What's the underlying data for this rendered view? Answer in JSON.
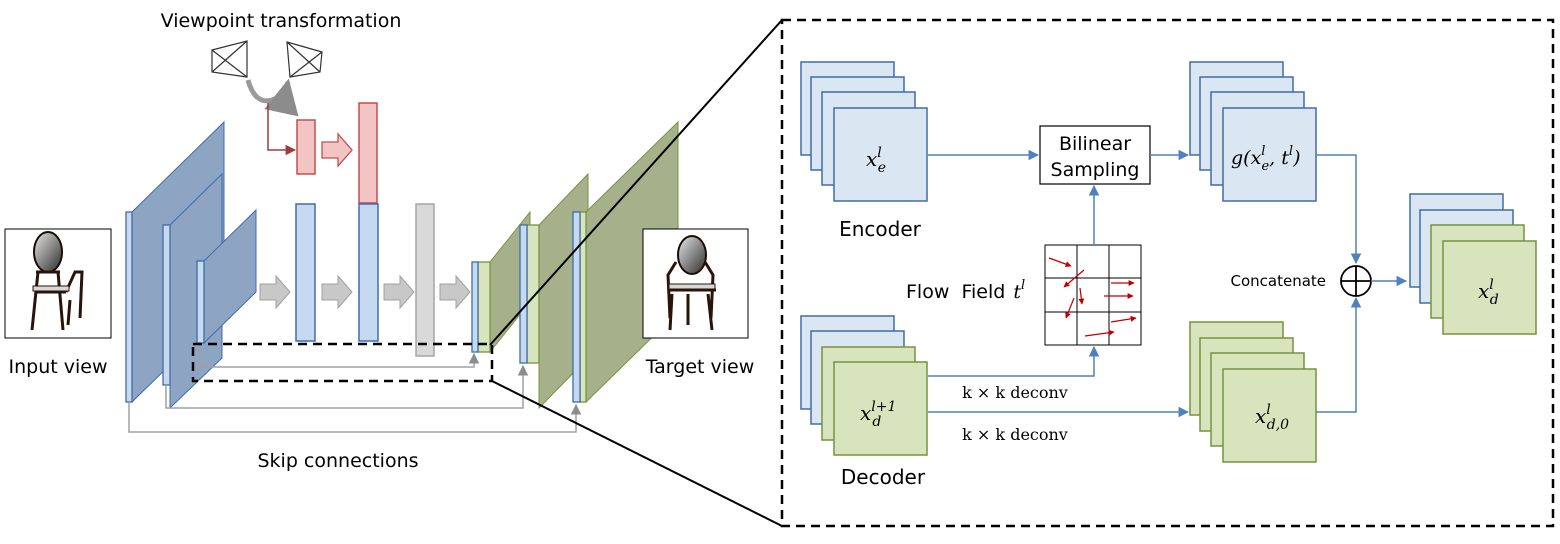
{
  "left": {
    "viewpoint_title": "Viewpoint transformation",
    "input_label": "Input view",
    "target_label": "Target view",
    "skip_label": "Skip connections"
  },
  "right": {
    "encoder_label": "Encoder",
    "decoder_label": "Decoder",
    "bilinear_line1": "Bilinear",
    "bilinear_line2": "Sampling",
    "flow_label": "Flow  Field",
    "flow_sym": "t",
    "flow_sup": "l",
    "concat_label": "Concatenate",
    "deconv1": "k × k deconv",
    "deconv2": "k × k deconv",
    "xe": {
      "base": "x",
      "sup": "l",
      "sub": "e"
    },
    "g": {
      "pre": "g(x",
      "sup1": "l",
      "sub1": "e",
      "mid": ", t",
      "sup2": "l",
      "post": ")"
    },
    "xd1": {
      "base": "x",
      "sup": "l+1",
      "sub": "d"
    },
    "xd0": {
      "base": "x",
      "sup": "l",
      "sub": "d,0"
    },
    "xd": {
      "base": "x",
      "sup": "l",
      "sub": "d"
    }
  },
  "colors": {
    "encoder_blue": "#dbe6f3",
    "encoder_stroke": "#3f6da8",
    "decoder_green": "#d7e4bd",
    "decoder_stroke": "#77933c",
    "arrow_blue": "#4f81bd",
    "transform_red": "#f2c4c4",
    "transform_stroke": "#c0504d"
  }
}
